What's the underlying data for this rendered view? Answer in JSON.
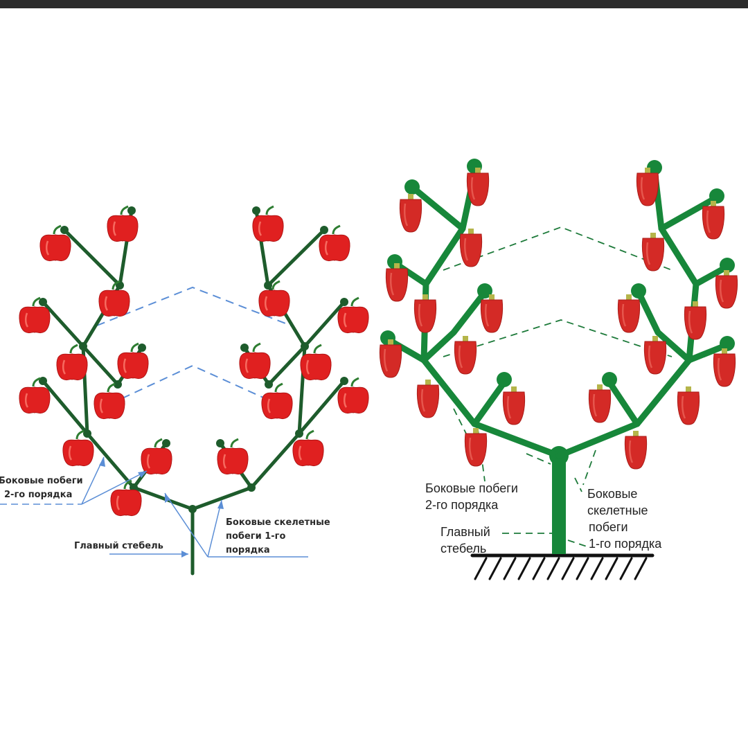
{
  "colors": {
    "top_bar": "#2b2b2b",
    "left_stem": "#1e5c2c",
    "right_stem": "#17873a",
    "pepper_left": "#e02020",
    "pepper_right": "#d42a26",
    "arrow_blue": "#5b8ed6",
    "dash_green": "#1d7a3a"
  },
  "left_diagram": {
    "labels": {
      "side_shoots_2_line1": "Боковые побеги",
      "side_shoots_2_line2": "2-го порядка",
      "skeletal_line1": "Боковые скелетные",
      "skeletal_line2": "побеги 1-го",
      "skeletal_line3": "порядка",
      "main_stem": "Главный стебель"
    }
  },
  "right_diagram": {
    "labels": {
      "side_shoots_2_line1": "Боковые побеги",
      "side_shoots_2_line2": "2-го порядка",
      "skeletal_line1": "Боковые",
      "skeletal_line2": "скелетные",
      "skeletal_line3": "побеги",
      "skeletal_line4": "1-го порядка",
      "main_stem_line1": "Главный",
      "main_stem_line2": "стебель"
    }
  }
}
